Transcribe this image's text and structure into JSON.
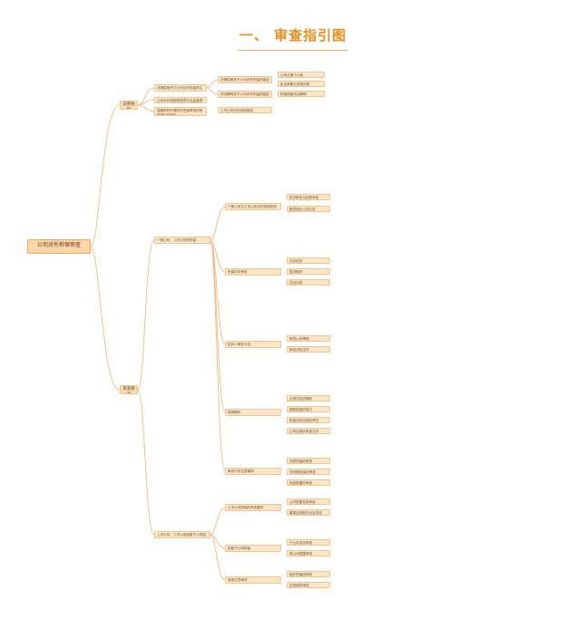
{
  "title": "一、 审查指引图",
  "colors": {
    "accent": "#f08c1a",
    "line": "#f4b070",
    "node_fill": "#fde6c8",
    "node_border": "#f3c58e"
  },
  "nodes": {
    "root": "公司对外担保审查",
    "b1": "支撑依据",
    "b1_1": "法律层面关于公司对外担保的主要规定",
    "b1_1a": "法律层面关于公司对外担保的规定",
    "b1_1a1": "公司法第十六条",
    "b1_1a2": "民法典第五百零四条",
    "b1_1b": "司法解释关于公司对外担保的规定",
    "b1_1b1": "担保制度司法解释",
    "b1_2": "公司对外担保审查的行业监管规定",
    "b1_3": "金融机构开展对外担保审查的相关指引性规定",
    "b1_3a": "上市公司对外担保规范",
    "b2": "审查要点",
    "b2_1": "一般公司、上市公司的担保",
    "b2_1a": "一般公司与上市公司对外担保的审查规则",
    "b2_1a1": "形式审查与实质审查",
    "b2_1a2": "善意相对人的认定",
    "b2_1b": "担保决议审查",
    "b2_1b1": "决议机关",
    "b2_1b2": "表决程序",
    "b2_1b3": "决议内容",
    "b2_1c": "相对人审查义务",
    "b2_1c1": "审查公司章程",
    "b2_1c2": "审查决议文件",
    "b2_1d": "特殊情形",
    "b2_1d1": "无须决议的情形",
    "b2_1d2": "越权担保的效力",
    "b2_1d3": "担保合同无效的责任",
    "b2_1d4": "公司出具的承诺文件",
    "b2_1e": "审查中的注意事项",
    "b2_1e1": "关联担保的审查",
    "b2_1e2": "非关联担保的审查",
    "b2_1e3": "信息披露的审查",
    "b2_2": "上市公司、上市公司控股子公司担保",
    "b2_2a": "上市公司担保的审查要求",
    "b2_2a1": "公开披露信息审查",
    "b2_2a2": "董事会或股东大会决议",
    "b2_2b": "控股子公司担保",
    "b2_2b1": "子公司决议审查",
    "b2_2b2": "母公司披露审查",
    "b2_2c": "其他注意事项",
    "b2_2c1": "境外担保的审查",
    "b2_2c2": "反担保的审查"
  }
}
